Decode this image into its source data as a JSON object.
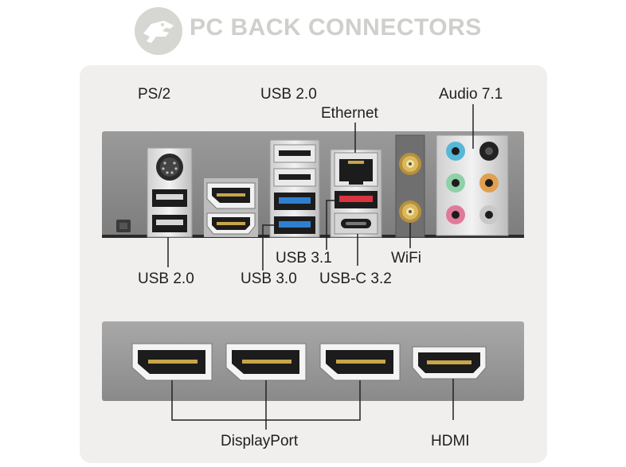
{
  "title": "PC BACK CONNECTORS",
  "logo_icon": "dinosaur-skull-icon",
  "labels": {
    "ps2": "PS/2",
    "usb20_top": "USB 2.0",
    "ethernet": "Ethernet",
    "audio": "Audio 7.1",
    "usb20_bottom": "USB 2.0",
    "usb30": "USB 3.0",
    "usb31": "USB 3.1",
    "usbc": "USB-C 3.2",
    "wifi": "WiFi",
    "displayport": "DisplayPort",
    "hdmi": "HDMI"
  },
  "colors": {
    "panel": "#8d8d8d",
    "card": "#f0efed",
    "usb3_blue": "#2f7fd0",
    "usb31_red": "#d9343f",
    "audio_blue": "#57b7d6",
    "audio_green": "#8fd0a8",
    "audio_pink": "#e07a9a",
    "audio_orange": "#e0a050",
    "audio_black": "#222222",
    "audio_grey": "#c8c8c8",
    "port_gold": "#c9a54a"
  }
}
